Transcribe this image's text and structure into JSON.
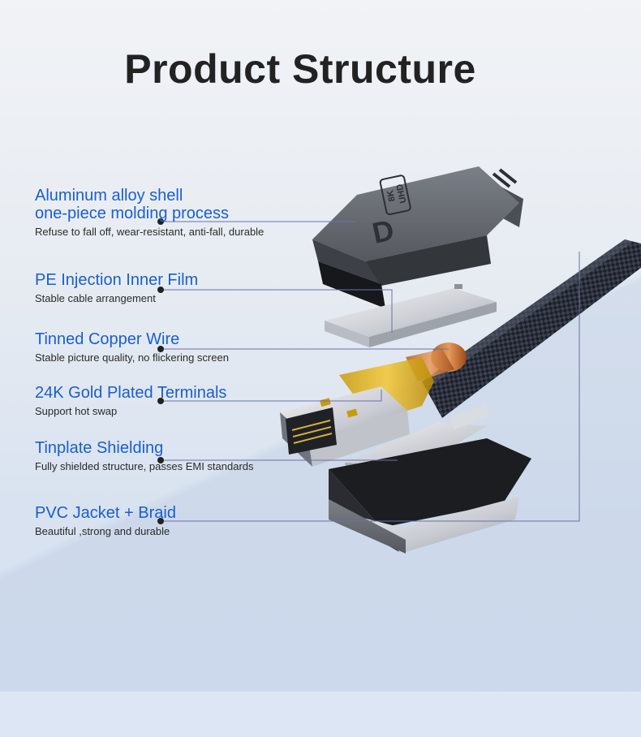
{
  "title": "Product Structure",
  "features": [
    {
      "heading_line1": "Aluminum alloy shell",
      "heading_line2": "one-piece molding process",
      "description": "Refuse to fall off, wear-resistant, anti-fall, durable"
    },
    {
      "heading_line1": "PE Injection Inner Film",
      "description": "Stable cable arrangement"
    },
    {
      "heading_line1": "Tinned Copper Wire",
      "description": "Stable picture quality, no flickering screen"
    },
    {
      "heading_line1": "24K Gold Plated Terminals",
      "description": "Support hot swap"
    },
    {
      "heading_line1": "Tinplate Shielding",
      "description": "Fully shielded structure, passes EMI standards"
    },
    {
      "heading_line1": "PVC Jacket + Braid",
      "description": "Beautiful ,strong and durable"
    }
  ],
  "shell_marking": {
    "line1": "8K",
    "line2": "UHD"
  },
  "colors": {
    "heading": "#1a5fd0",
    "title": "#222222",
    "leader": "#6b6fa8"
  }
}
